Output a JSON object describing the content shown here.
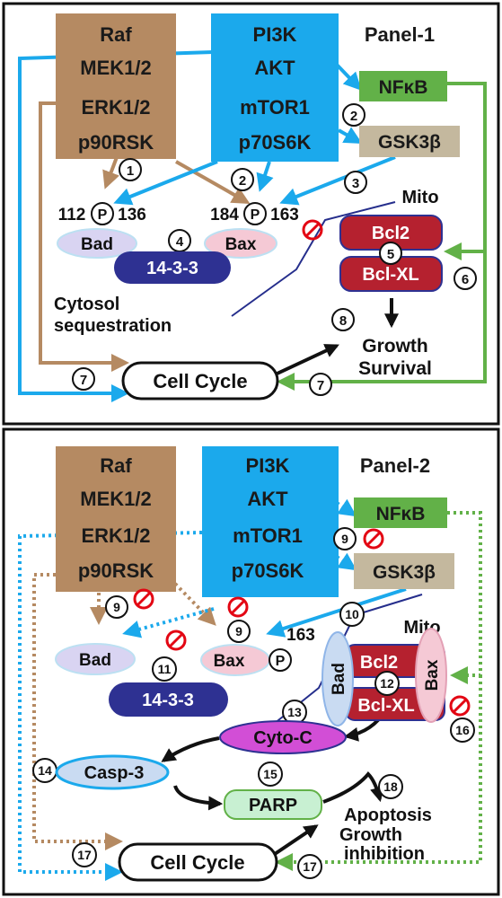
{
  "colors": {
    "tan": "#B58A62",
    "cyan": "#1BA9EC",
    "green": "#62B148",
    "khaki": "#C4B89E",
    "crimson": "#B5212F",
    "navy": "#2E3192",
    "pale_purple": "#D9D4F2",
    "pale_pink": "#F5C9D5",
    "pale_blue": "#C9DBF2",
    "magenta": "#D24ED6",
    "pale_green": "#C8F0D2",
    "ban_red": "#E30613",
    "line_navy": "#252E8C"
  },
  "panel1": {
    "title": "Panel-1",
    "mapk": [
      "Raf",
      "MEK1/2",
      "ERK1/2",
      "p90RSK"
    ],
    "pi3k": [
      "PI3K",
      "AKT",
      "mTOR1",
      "p70S6K"
    ],
    "nfkb": "NFκB",
    "gsk": "GSK3β",
    "mito": "Mito",
    "bcl2": "Bcl2",
    "bclxl": "Bcl-XL",
    "bad": "Bad",
    "bax": "Bax",
    "protein1433": "14-3-3",
    "bad_site_left": "112",
    "bad_site_right": "136",
    "bax_site_left": "184",
    "bax_site_right": "163",
    "phospho": "P",
    "cytosol": [
      "Cytosol",
      "sequestration"
    ],
    "growth": [
      "Growth",
      "Survival"
    ],
    "cell_cycle": "Cell Cycle",
    "num_1": "1",
    "num_2a": "2",
    "num_2b": "2",
    "num_3": "3",
    "num_4": "4",
    "num_5": "5",
    "num_6": "6",
    "num_7a": "7",
    "num_7b": "7",
    "num_8": "8"
  },
  "panel2": {
    "title": "Panel-2",
    "mapk": [
      "Raf",
      "MEK1/2",
      "ERK1/2",
      "p90RSK"
    ],
    "pi3k": [
      "PI3K",
      "AKT",
      "mTOR1",
      "p70S6K"
    ],
    "nfkb": "NFκB",
    "gsk": "GSK3β",
    "mito": "Mito",
    "bcl2": "Bcl2",
    "bclxl": "Bcl-XL",
    "bad": "Bad",
    "bax": "Bax",
    "bad_vertical": "Bad",
    "bax_vertical": "Bax",
    "protein1433": "14-3-3",
    "site": "163",
    "phospho": "P",
    "cytoc": "Cyto-C",
    "casp3": "Casp-3",
    "parp": "PARP",
    "apoptosis": [
      "Apoptosis",
      "Growth",
      "inhibition"
    ],
    "cell_cycle": "Cell Cycle",
    "num_9a": "9",
    "num_9b": "9",
    "num_9c": "9",
    "num_10": "10",
    "num_11": "11",
    "num_12": "12",
    "num_13": "13",
    "num_14": "14",
    "num_15": "15",
    "num_16": "16",
    "num_17a": "17",
    "num_17b": "17",
    "num_18": "18"
  }
}
